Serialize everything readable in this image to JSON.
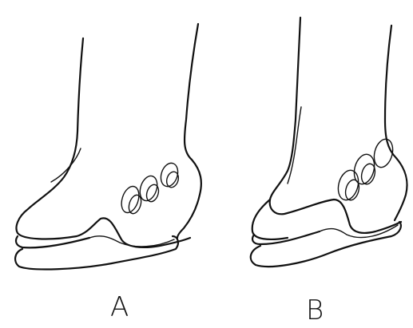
{
  "figure": {
    "panels": [
      {
        "id": "A",
        "label": "A"
      },
      {
        "id": "B",
        "label": "B"
      }
    ],
    "colors": {
      "stroke": "#111111",
      "background": "#ffffff"
    }
  }
}
